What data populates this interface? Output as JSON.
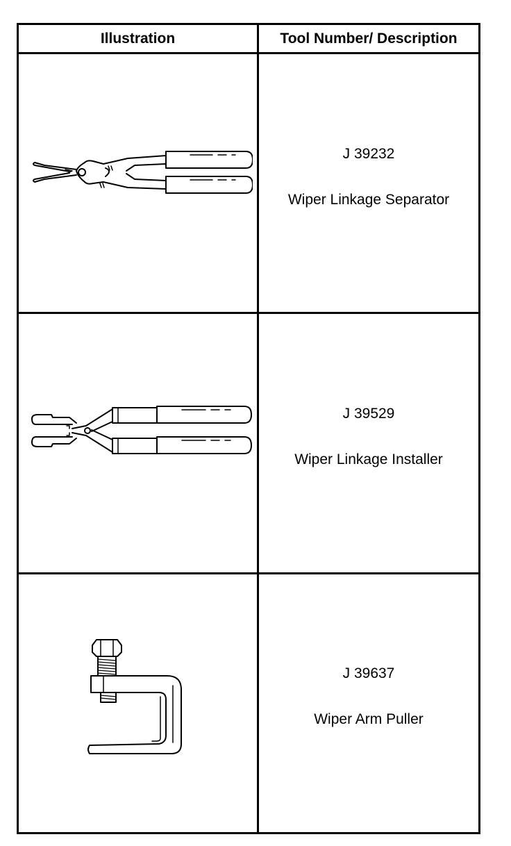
{
  "table": {
    "headers": {
      "illustration": "Illustration",
      "description": "Tool Number/ Description"
    },
    "rows": [
      {
        "icon": "wiper-linkage-separator-pliers-icon",
        "tool_number": "J 39232",
        "description": "Wiper Linkage Separator"
      },
      {
        "icon": "wiper-linkage-installer-pliers-icon",
        "tool_number": "J 39529",
        "description": "Wiper Linkage Installer"
      },
      {
        "icon": "wiper-arm-puller-clamp-icon",
        "tool_number": "J 39637",
        "description": "Wiper Arm Puller"
      }
    ]
  },
  "colors": {
    "line": "#000000",
    "background": "#ffffff"
  }
}
